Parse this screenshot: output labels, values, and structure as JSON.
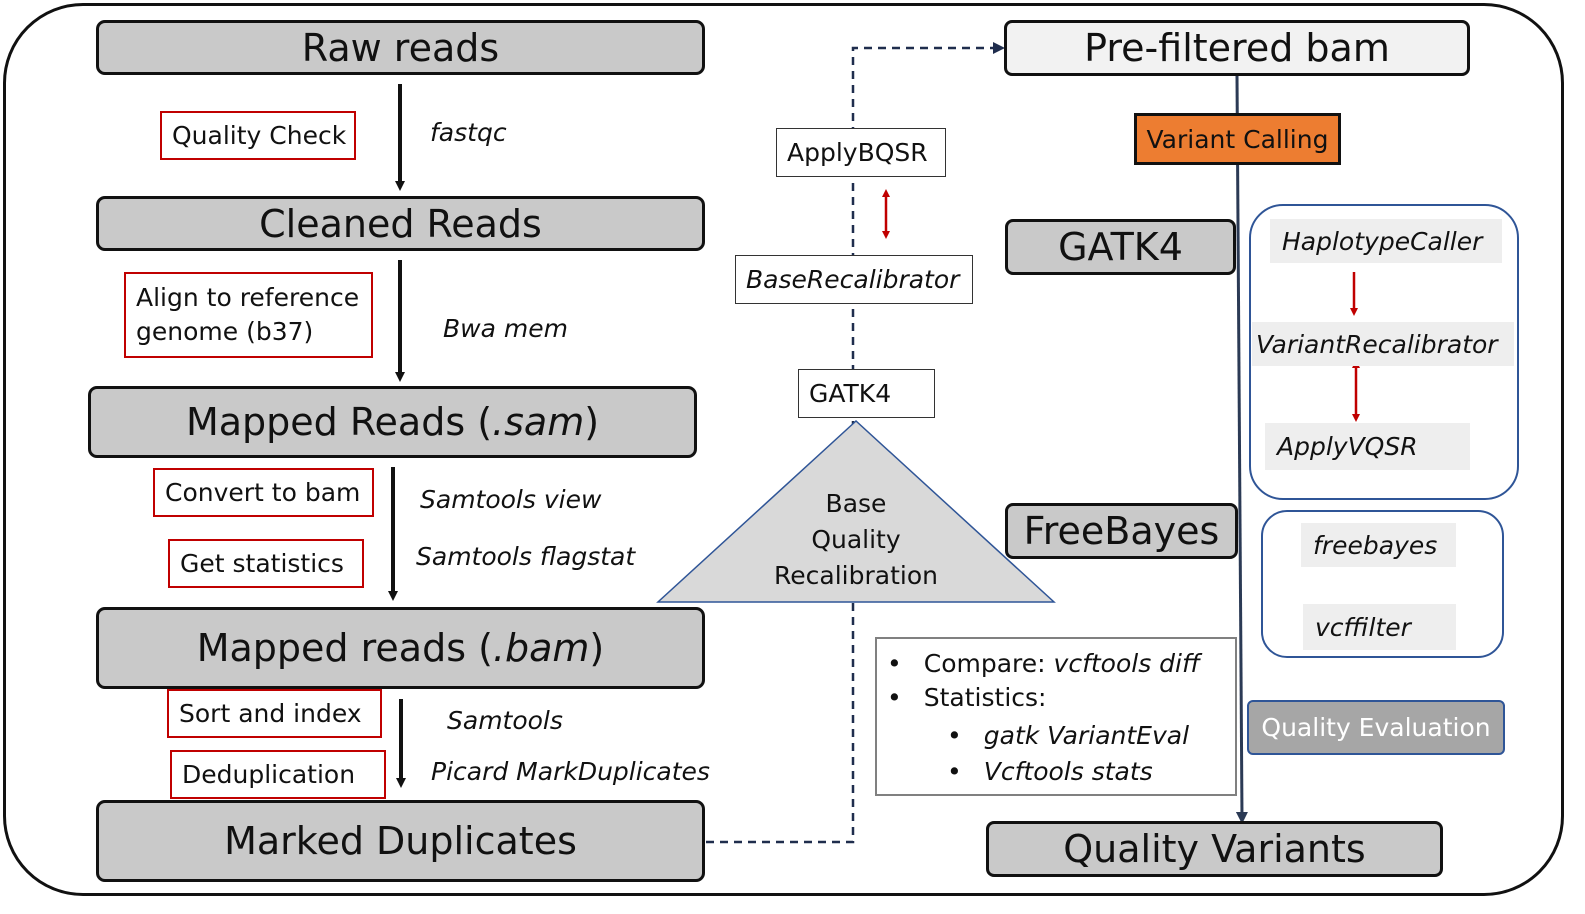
{
  "stages": {
    "raw_reads": "Raw reads",
    "cleaned_reads": "Cleaned Reads",
    "mapped_sam_prefix": "Mapped Reads (",
    "mapped_sam_ext": ".sam",
    "mapped_sam_suffix": ")",
    "mapped_bam_prefix": "Mapped reads (",
    "mapped_bam_ext": ".bam",
    "mapped_bam_suffix": ")",
    "marked_duplicates": "Marked Duplicates"
  },
  "steps": {
    "quality_check": "Quality Check",
    "align_line1": "Align to reference",
    "align_line2": "genome (b37)",
    "convert_to_bam": "Convert to bam",
    "get_statistics": "Get statistics",
    "sort_and_index": "Sort and index",
    "deduplication": "Deduplication"
  },
  "tools": {
    "fastqc": "fastqc",
    "bwa_mem": "Bwa mem",
    "samtools_view": "Samtools view",
    "samtools_flagstat": "Samtools flagstat",
    "samtools": "Samtools",
    "picard": "Picard MarkDuplicates"
  },
  "bqsr": {
    "apply_bqsr": "ApplyBQSR",
    "base_recalibrator": "BaseRecalibrator",
    "gatk4": "GATK4",
    "triangle_line1": "Base",
    "triangle_line2": "Quality",
    "triangle_line3": "Recalibration"
  },
  "variant": {
    "prefiltered_bam": "Pre-filtered bam",
    "variant_calling": "Variant Calling",
    "gatk4": "GATK4",
    "freebayes": "FreeBayes",
    "haplotype_caller": "HaplotypeCaller",
    "variant_recalibrator": "VariantRecalibrator",
    "apply_vqsr": "ApplyVQSR",
    "freebayes_tool": "freebayes",
    "vcffilter": "vcffilter",
    "quality_evaluation": "Quality Evaluation",
    "quality_variants": "Quality Variants"
  },
  "stats": {
    "bullet": "•",
    "compare_label": "Compare: ",
    "compare_tool": "vcftools diff",
    "statistics_label": "Statistics:",
    "gatk_varianteval": "gatk VariantEval",
    "vcftools_stats": "Vcftools stats"
  },
  "colors": {
    "stage_fill": "#c9c9c9",
    "step_border": "#c00000",
    "variant_calling_fill": "#ed7d31",
    "blue_frame": "#2f5597",
    "quality_eval_fill": "#a6a6a6",
    "red_arrow": "#c00000",
    "dashed_line": "#1f2d4d"
  }
}
